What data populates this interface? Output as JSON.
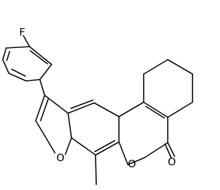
{
  "molecule": {
    "atoms": {
      "fluorine": "F",
      "furan_oxygen": "O",
      "lactone_oxygen": "O",
      "carbonyl_oxygen": "O"
    }
  },
  "colors": {
    "bond": "#000000",
    "label": "#000000",
    "background": "#ffffff"
  }
}
